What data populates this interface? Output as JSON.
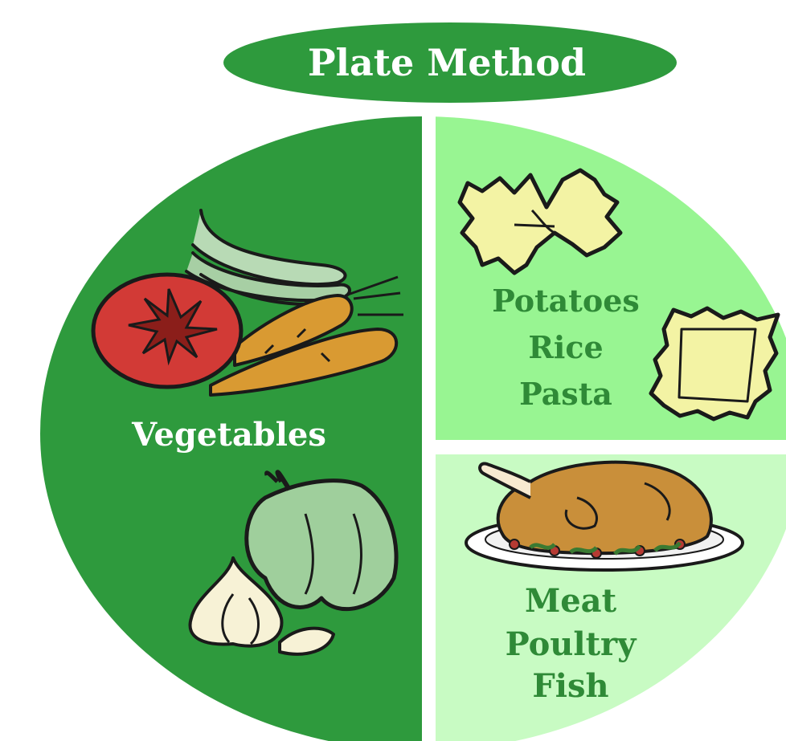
{
  "title": "Plate Method",
  "sections": {
    "vegetables": {
      "labels": [
        "Vegetables"
      ]
    },
    "starches": {
      "labels": [
        "Potatoes",
        "Rice",
        "Pasta"
      ]
    },
    "proteins": {
      "labels": [
        "Meat",
        "Poultry",
        "Fish"
      ]
    }
  },
  "colors": {
    "dark_green": "#2e9a3d",
    "light_green": "#98f592",
    "pale_green": "#c8fbc3",
    "label_green": "#2f8a37",
    "white": "#ffffff"
  },
  "icons": {
    "vegetables": [
      "green-beans-icon",
      "tomato-icon",
      "carrots-icon",
      "green-pepper-icon",
      "garlic-icon"
    ],
    "starches": [
      "bowtie-pasta-icon",
      "ravioli-icon"
    ],
    "proteins": [
      "roast-turkey-icon"
    ]
  }
}
